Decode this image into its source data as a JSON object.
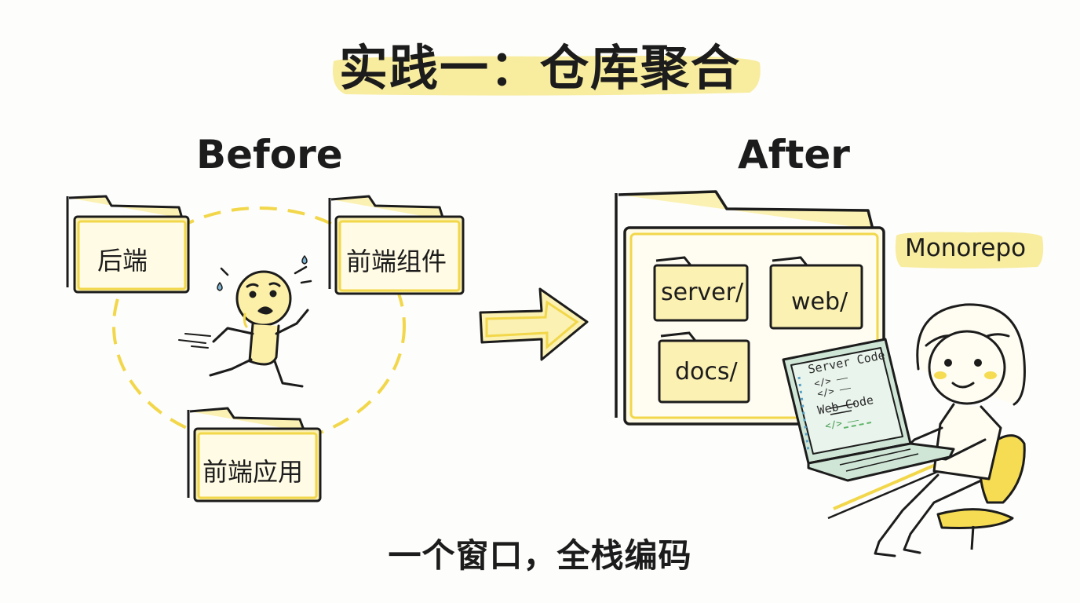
{
  "title": "实践一：仓库聚合",
  "before": {
    "label": "Before",
    "folders": [
      "后端",
      "前端组件",
      "前端应用"
    ]
  },
  "after": {
    "label": "After",
    "tag": "Monorepo",
    "subfolders": [
      "server/",
      "web/",
      "docs/"
    ],
    "laptop_screen": {
      "line1": "Server Code",
      "line2": "</> ——",
      "line3": "</> ——",
      "line4": "Web Code",
      "line5": "</> ——"
    }
  },
  "footer": "一个窗口，全栈编码",
  "colors": {
    "accent_yellow": "#f5dc52",
    "highlight_yellow": "#f8ec9e",
    "ink": "#1c1c1c",
    "screen": "#dfeee4"
  }
}
